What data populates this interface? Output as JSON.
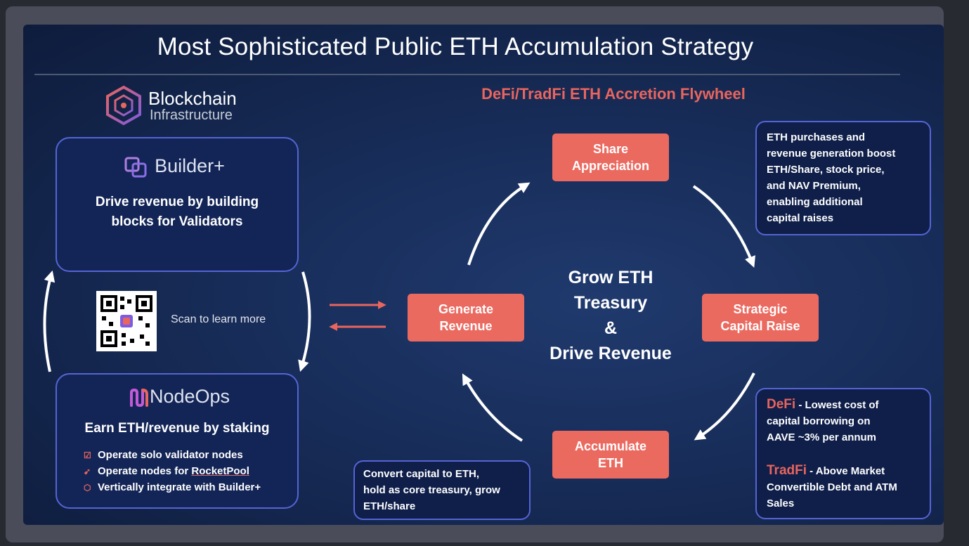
{
  "title": "Most Sophisticated Public ETH Accumulation Strategy",
  "subtitle": "DeFi/TradFi ETH Accretion Flywheel",
  "logo": {
    "line1": "Blockchain",
    "line2": "Infrastructure",
    "icon": "hexagon-molecule-icon"
  },
  "builder": {
    "brand": "Builder+",
    "icon": "builder-squares-icon",
    "heading_line1": "Drive revenue by building",
    "heading_line2": "blocks for Validators"
  },
  "qr": {
    "label": "Scan to learn more",
    "icon": "qr-code-icon"
  },
  "nodeops": {
    "brand": "NodeOps",
    "icon": "nodeops-logo-icon",
    "heading": "Earn ETH/revenue by staking",
    "bullets": [
      {
        "pre": "Operate solo validator nodes",
        "link": "",
        "icon": "checkbox-icon"
      },
      {
        "pre": "Operate nodes for ",
        "link": "RocketPool",
        "icon": "rocket-icon"
      },
      {
        "pre": "Vertically integrate with Builder+",
        "link": "",
        "icon": "cube-icon"
      }
    ]
  },
  "flywheel": {
    "share": {
      "line1": "Share",
      "line2": "Appreciation"
    },
    "revenue": {
      "line1": "Generate",
      "line2": "Revenue"
    },
    "capital": {
      "line1": "Strategic",
      "line2": "Capital Raise"
    },
    "accumulate": {
      "line1": "Accumulate",
      "line2": "ETH"
    },
    "center": {
      "line1": "Grow ETH",
      "line2": "Treasury",
      "line3": "&",
      "line4": "Drive Revenue"
    }
  },
  "notes": {
    "share": [
      "ETH purchases and",
      "revenue generation boost",
      "ETH/Share, stock price,",
      "and NAV Premium,",
      "enabling additional",
      "capital raises"
    ],
    "capital": {
      "defi_label": "DeFi",
      "defi_lines": [
        " - Lowest cost of",
        "capital borrowing on",
        "AAVE ~3% per annum"
      ],
      "tradfi_label": "TradFi",
      "tradfi_lines": [
        " - Above Market",
        "Convertible Debt and ATM",
        "Sales"
      ]
    },
    "accumulate": [
      "Convert capital to ETH,",
      "hold as core treasury, grow",
      "ETH/share"
    ]
  },
  "colors": {
    "accent_red": "#eb6a60",
    "card_border": "#5564d4",
    "background": "#172c58"
  }
}
